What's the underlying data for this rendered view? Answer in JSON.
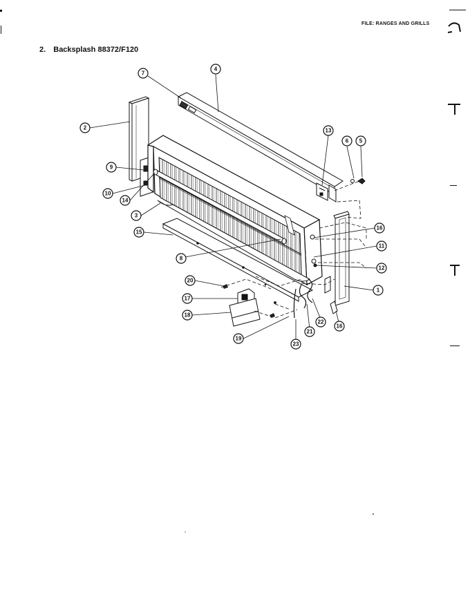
{
  "header": {
    "file_label": "FILE: RANGES AND GRILLS"
  },
  "section": {
    "number": "2.",
    "title": "Backsplash 88372/F120"
  },
  "callouts": [
    {
      "id": "c1",
      "label": "1"
    },
    {
      "id": "c2",
      "label": "2"
    },
    {
      "id": "c3",
      "label": "3"
    },
    {
      "id": "c4",
      "label": "4"
    },
    {
      "id": "c5",
      "label": "5"
    },
    {
      "id": "c6",
      "label": "6"
    },
    {
      "id": "c7",
      "label": "7"
    },
    {
      "id": "c8",
      "label": "8"
    },
    {
      "id": "c9",
      "label": "9"
    },
    {
      "id": "c10",
      "label": "10"
    },
    {
      "id": "c11",
      "label": "11"
    },
    {
      "id": "c12",
      "label": "12"
    },
    {
      "id": "c13",
      "label": "13"
    },
    {
      "id": "c14",
      "label": "14"
    },
    {
      "id": "c15",
      "label": "15"
    },
    {
      "id": "c16a",
      "label": "16"
    },
    {
      "id": "c16b",
      "label": "16"
    },
    {
      "id": "c17",
      "label": "17"
    },
    {
      "id": "c18",
      "label": "18"
    },
    {
      "id": "c19",
      "label": "19"
    },
    {
      "id": "c20",
      "label": "20"
    },
    {
      "id": "c21",
      "label": "21"
    },
    {
      "id": "c22",
      "label": "22"
    },
    {
      "id": "c23",
      "label": "23"
    }
  ]
}
